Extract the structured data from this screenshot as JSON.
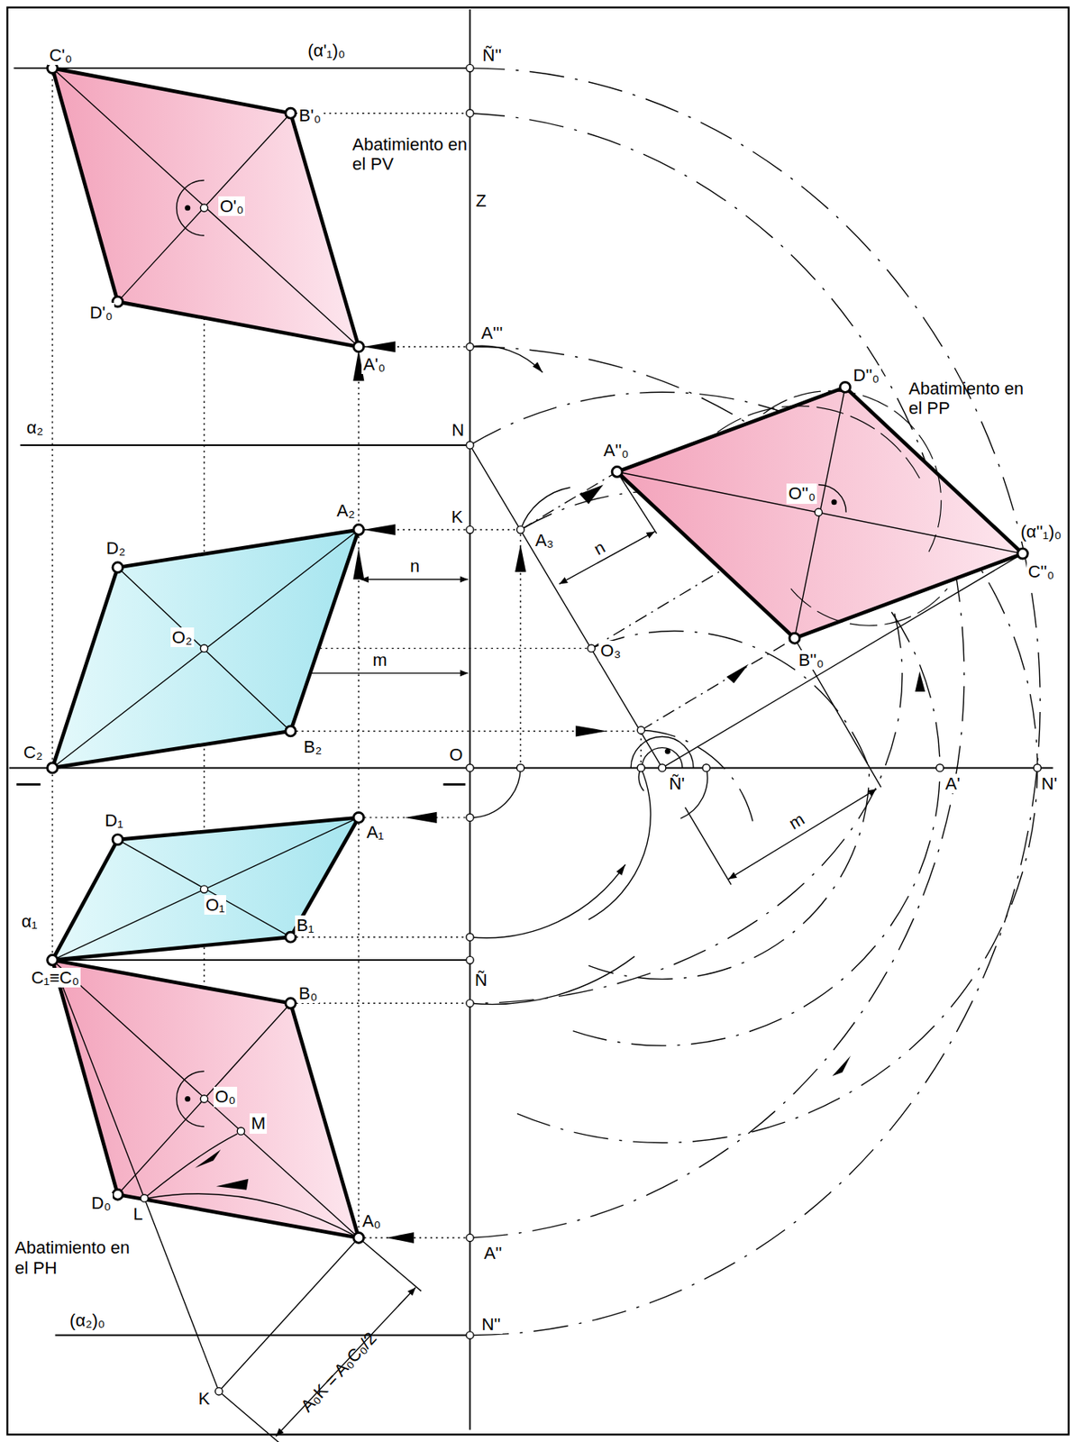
{
  "diagram": {
    "labels": [
      "C'₀",
      "(α'₁)₀",
      "Ñ''",
      "B'₀",
      "Abatimiento en el PV",
      "O'₀",
      "Z",
      "D'₀",
      "A'''",
      "A'₀",
      "D''₀",
      "Abatimiento en el PP",
      "α₂",
      "N",
      "A''₀",
      "O''₀",
      "(α''₁)₀",
      "A₂",
      "K",
      "A₃",
      "n",
      "n",
      "D₂",
      "O₂",
      "O₃",
      "m",
      "C''₀",
      "B''₀",
      "C₂",
      "B₂",
      "O",
      "Ñ'",
      "A'",
      "N'",
      "m",
      "D₁",
      "A₁",
      "O₁",
      "B₁",
      "α₁",
      "C₁≡C₀",
      "Ñ",
      "B₀",
      "O₀",
      "M",
      "D₀",
      "L",
      "A₀",
      "A''",
      "Abatimiento en el PH",
      "(α₂)₀",
      "N''",
      "K",
      "A₀K = A₀C₀/2"
    ]
  }
}
